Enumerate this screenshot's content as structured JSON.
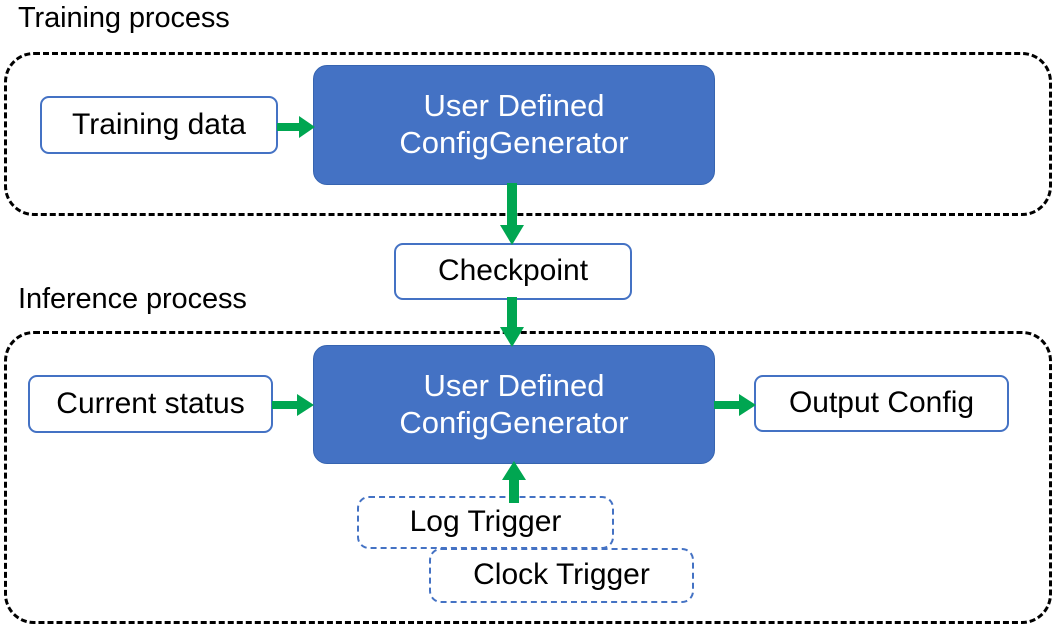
{
  "diagram": {
    "title": "Training process / Inference process flow",
    "colors": {
      "accent_blue": "#4472C4",
      "arrow_green": "#00A651",
      "container_dash": "#000000",
      "background": "#FFFFFF",
      "filled_text": "#FFFFFF",
      "plain_text": "#000000"
    },
    "sections": [
      {
        "id": "training",
        "label": "Training process"
      },
      {
        "id": "inference",
        "label": "Inference process"
      }
    ],
    "nodes": {
      "training_data": "Training data",
      "train_generator_line1": "User Defined",
      "train_generator_line2": "ConfigGenerator",
      "checkpoint": "Checkpoint",
      "current_status": "Current status",
      "infer_generator_line1": "User Defined",
      "infer_generator_line2": "ConfigGenerator",
      "output_config": "Output Config",
      "log_trigger": "Log Trigger",
      "clock_trigger": "Clock Trigger"
    },
    "edges": [
      {
        "from": "training_data",
        "to": "train_generator",
        "direction": "right"
      },
      {
        "from": "train_generator",
        "to": "checkpoint",
        "direction": "down"
      },
      {
        "from": "checkpoint",
        "to": "infer_generator",
        "direction": "down"
      },
      {
        "from": "current_status",
        "to": "infer_generator",
        "direction": "right"
      },
      {
        "from": "infer_generator",
        "to": "output_config",
        "direction": "right"
      },
      {
        "from": "log_trigger",
        "to": "infer_generator",
        "direction": "up"
      }
    ]
  }
}
